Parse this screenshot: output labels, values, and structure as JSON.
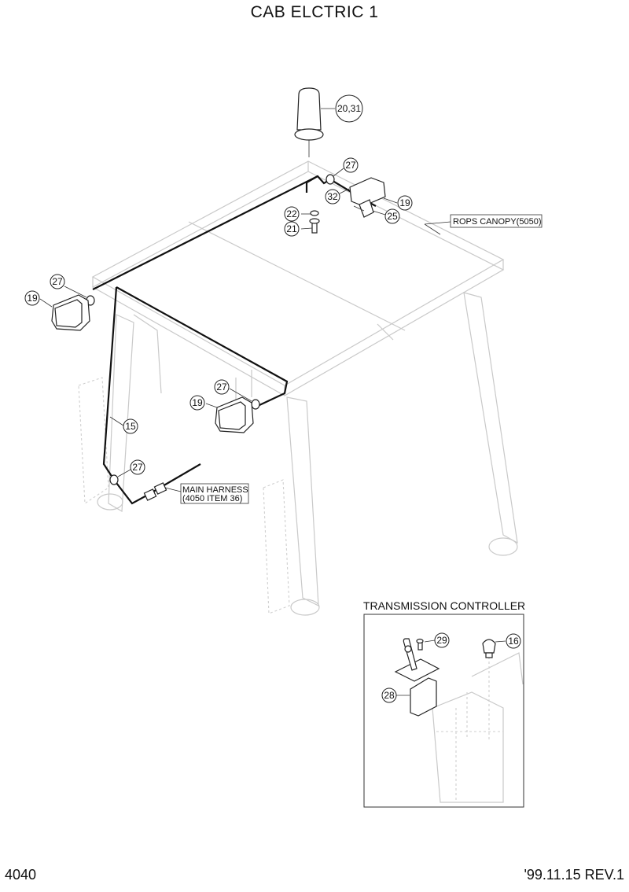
{
  "page": {
    "title": "CAB ELCTRIC 1",
    "page_number": "4040",
    "revision": "'99.11.15 REV.1"
  },
  "labels": {
    "rops_canopy": "ROPS CANOPY(5050)",
    "main_harness_line1": "MAIN HARNESS",
    "main_harness_line2": "(4050 ITEM 36)",
    "transmission_controller": "TRANSMISSION CONTROLLER"
  },
  "callouts": {
    "beacon": "20,31",
    "grommet_top": "27",
    "bracket": "32",
    "lamp_top_right": "19",
    "bolt_small": "25",
    "washer": "22",
    "screw": "21",
    "grommet_left": "27",
    "lamp_left": "19",
    "grommet_mid": "27",
    "lamp_mid": "19",
    "harness": "15",
    "grommet_low": "27",
    "screw_tc": "29",
    "switch_tc": "16",
    "controller_tc": "28"
  }
}
